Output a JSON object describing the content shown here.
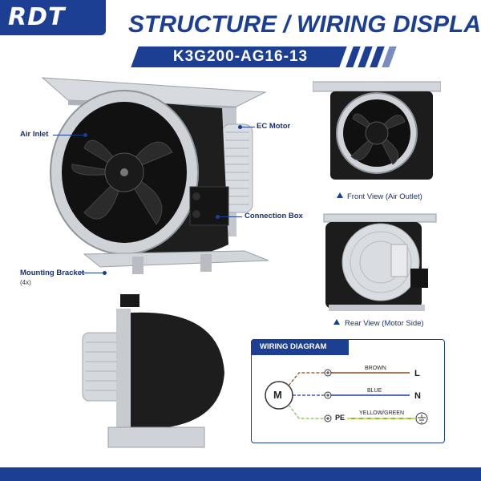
{
  "header": {
    "logo": "RDT",
    "title": "STRUCTURE / WIRING DISPLAY",
    "model": "K3G200-AG16-13"
  },
  "callouts": {
    "air_inlet": "Air Inlet",
    "ec_motor": "EC Motor",
    "connection_box": "Connection Box",
    "mounting_bracket": "Mounting Bracket",
    "mounting_bracket_qty": "(4x)"
  },
  "views": {
    "front": "Front View (Air Outlet)",
    "rear": "Rear View (Motor Side)"
  },
  "wiring": {
    "title": "WIRING DIAGRAM",
    "motor_label": "M",
    "lines": [
      {
        "wire": "BROWN",
        "terminal": "L",
        "color": "#8b4a1e"
      },
      {
        "wire": "BLUE",
        "terminal": "N",
        "color": "#1c3fb0"
      },
      {
        "wire": "YELLOW/GREEN",
        "terminal": "PE",
        "color": "#7cc242"
      }
    ]
  },
  "colors": {
    "brand_blue": "#1c3f94",
    "fan_black": "#1a1a1a",
    "metal": "#c9ccd1"
  }
}
